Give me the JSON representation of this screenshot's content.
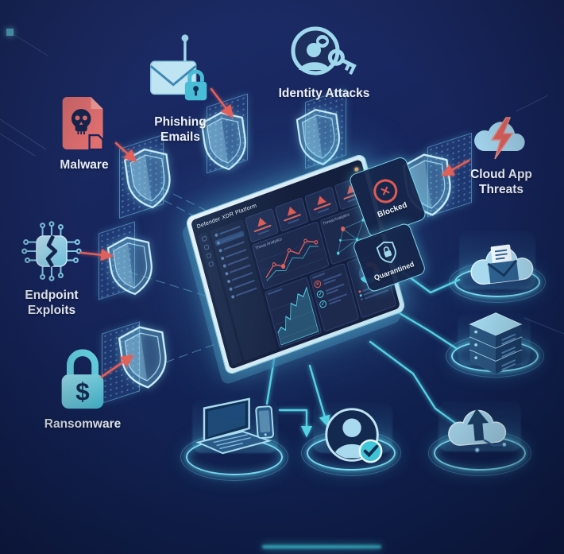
{
  "scene": {
    "background_color": "#17255c",
    "accent_teal": "#54d2e4",
    "threat_red": "#e2605a",
    "light_blue": "#a9d9ee",
    "text_color": "#edf3fa"
  },
  "threats": [
    {
      "id": "malware",
      "label": "Malware",
      "icon": "skull-file-icon"
    },
    {
      "id": "phishing-emails",
      "label": "Phishing Emails",
      "icon": "hooked-mail-icon"
    },
    {
      "id": "identity-attacks",
      "label": "Identity Attacks",
      "icon": "user-key-icon"
    },
    {
      "id": "cloud-app-threats",
      "label": "Cloud App Threats",
      "icon": "cloud-bolt-icon"
    },
    {
      "id": "endpoint-exploits",
      "label": "Endpoint Exploits",
      "icon": "cracked-chip-icon"
    },
    {
      "id": "ransomware",
      "label": "Ransomware",
      "icon": "dollar-lock-icon"
    }
  ],
  "dashboard": {
    "title": "Defender XDR Platform",
    "panels": {
      "line_chart_label": "Threat Analytics",
      "network_label": "Threat Analytics"
    }
  },
  "badges": [
    {
      "id": "blocked",
      "label": "Blocked",
      "icon": "circle-x-icon"
    },
    {
      "id": "quarantined",
      "label": "Quarantined",
      "icon": "shield-lock-icon"
    }
  ],
  "endpoints": [
    {
      "id": "mail-cloud",
      "icon": "cloud-mail-icon"
    },
    {
      "id": "server-stack",
      "icon": "server-stack-icon"
    },
    {
      "id": "devices",
      "icon": "laptop-phone-icon"
    },
    {
      "id": "verified-user",
      "icon": "user-check-icon"
    },
    {
      "id": "cloud-upload",
      "icon": "cloud-upload-icon"
    }
  ]
}
